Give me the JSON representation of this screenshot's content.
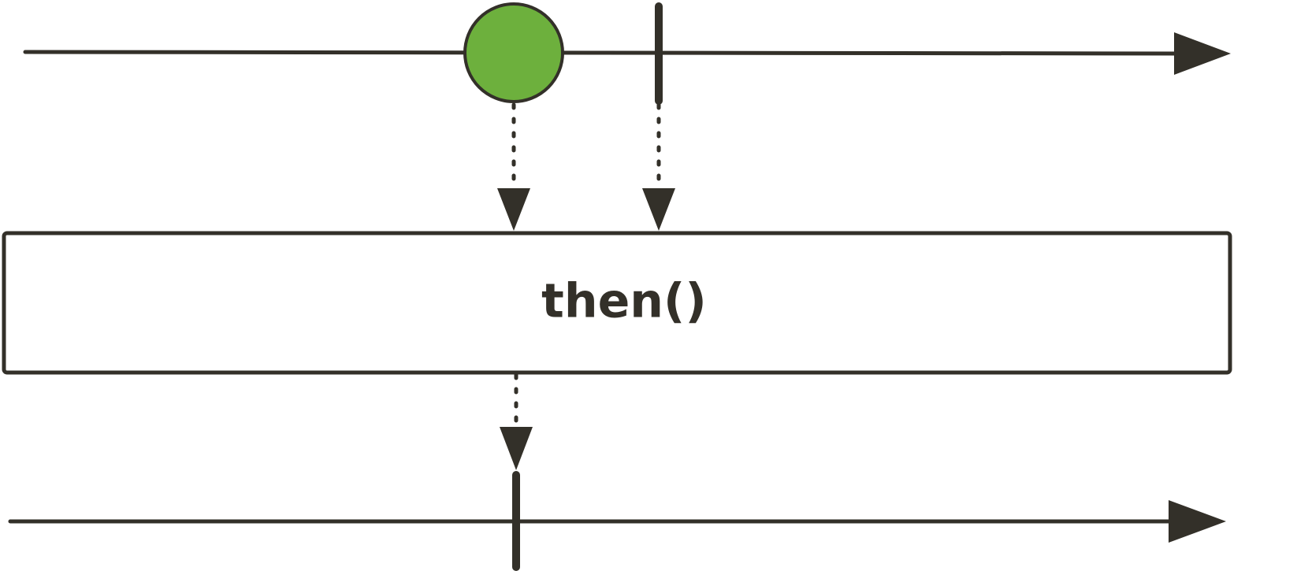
{
  "operator": {
    "label": "then()"
  },
  "colors": {
    "stroke": "#333029",
    "emission": "#6db03d",
    "background": "#ffffff"
  },
  "input_timeline": {
    "events": [
      {
        "kind": "item",
        "shape": "circle",
        "color": "#6db03d"
      },
      {
        "kind": "completion",
        "shape": "vertical-bar"
      }
    ]
  },
  "output_timeline": {
    "events": [
      {
        "kind": "completion",
        "shape": "vertical-bar"
      }
    ]
  }
}
